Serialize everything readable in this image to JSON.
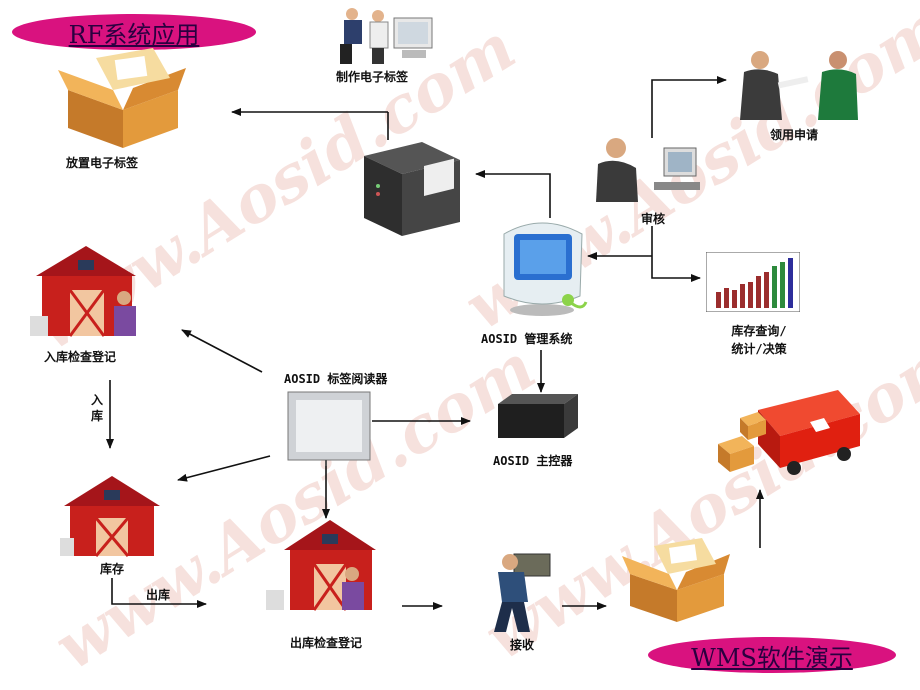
{
  "pills": {
    "left": "RF系统应用",
    "right": "WMS软件演示"
  },
  "watermark": "www.Aosid.com",
  "nodes": {
    "make_tag": "制作电子标签",
    "place_tag": "放置电子标签",
    "apply": "领用申请",
    "review": "审核",
    "query_line1": "库存查询/",
    "query_line2": "统计/决策",
    "mgmt": "AOSID 管理系统",
    "reader": "AOSID 标签阅读器",
    "controller": "AOSID 主控器",
    "inbound_check": "入库检查登记",
    "inbound_label": "入库",
    "stock": "库存",
    "outbound_label": "出库",
    "outbound_check": "出库检查登记",
    "receive": "接收"
  },
  "colors": {
    "pill": "#d9127f",
    "barn_red": "#c8201c",
    "box_orange": "#e8a040",
    "truck_red": "#e02010"
  }
}
